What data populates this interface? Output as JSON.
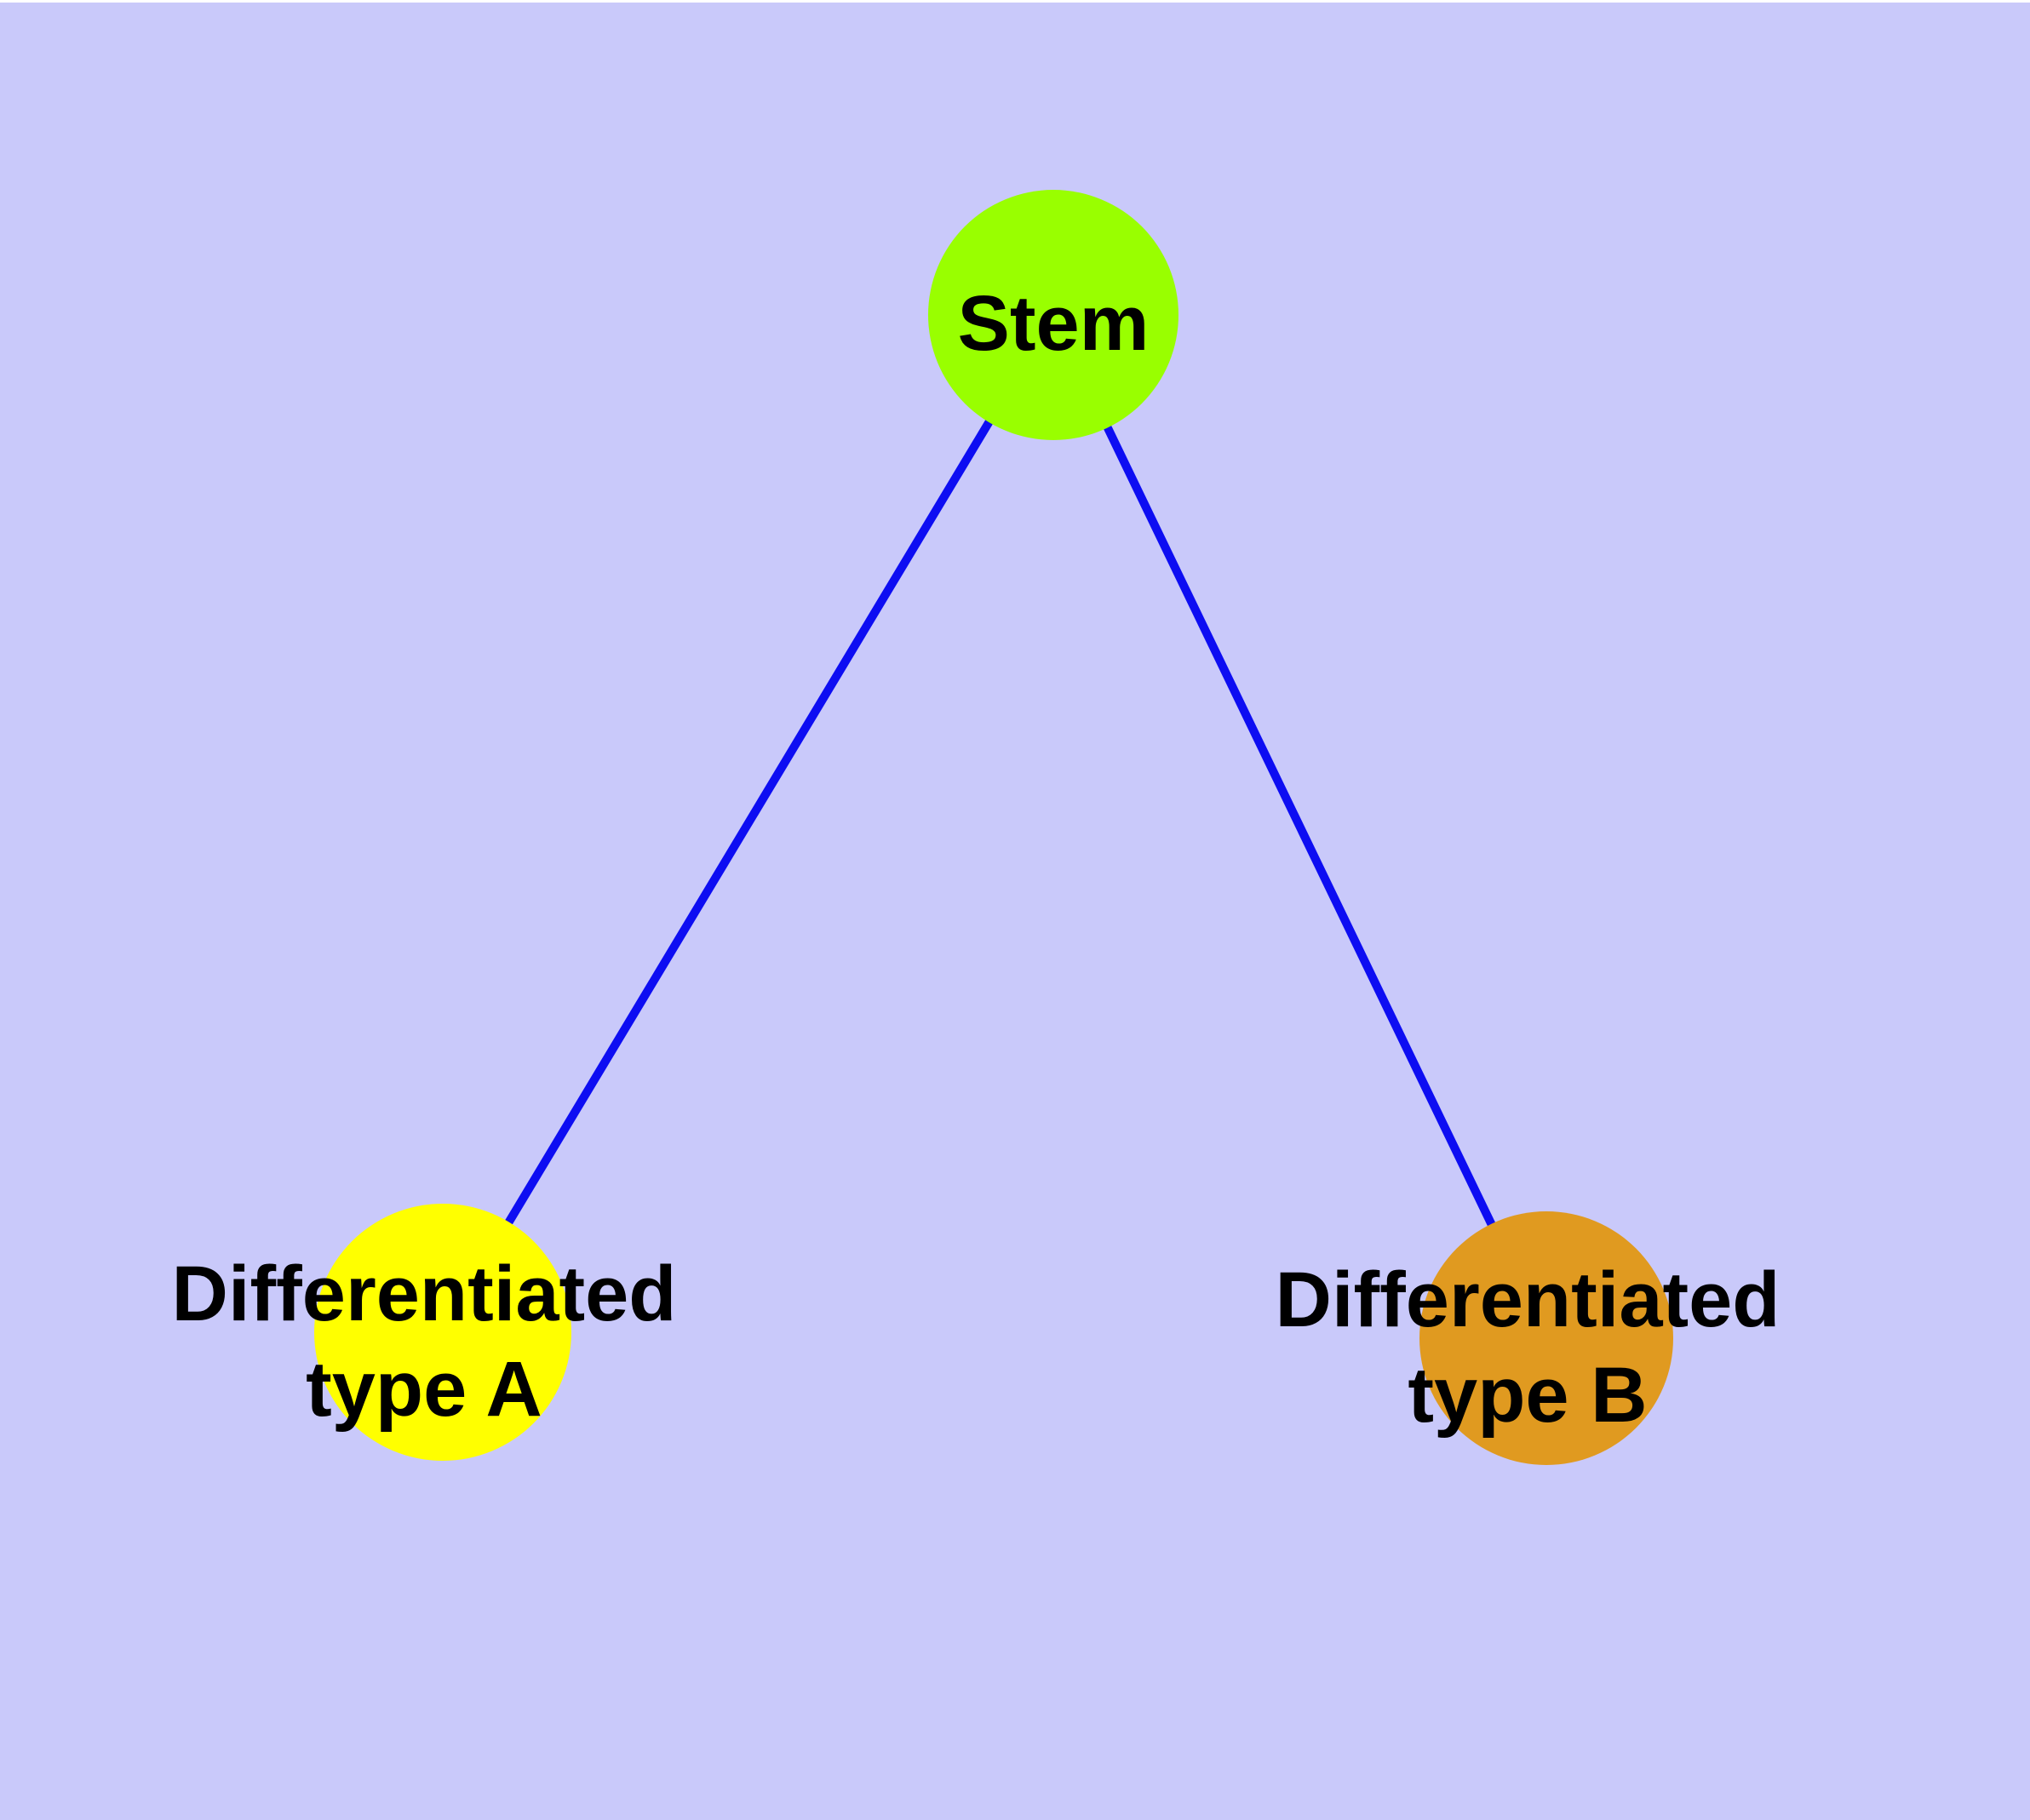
{
  "diagram": {
    "type": "graph",
    "background_color": "#c9c9fa",
    "margin_color": "#ffffff",
    "edge_color": "#0d0df2",
    "node_border_color": "#757575",
    "label_color": "#000000",
    "nodes": [
      {
        "id": "stem",
        "label": "Stem",
        "label_lines": [
          "Stem"
        ],
        "fill": "#99ff00"
      },
      {
        "id": "differentiated-type-a",
        "label": "Differentiated type A",
        "label_lines": [
          "Differentiated",
          "type A"
        ],
        "fill": "#ffff00"
      },
      {
        "id": "differentiated-type-b",
        "label": "Differentiated type B",
        "label_lines": [
          "Differentiated",
          "type B"
        ],
        "fill": "#e09a20"
      }
    ],
    "edges": [
      {
        "from": "stem",
        "to": "differentiated-type-a"
      },
      {
        "from": "stem",
        "to": "differentiated-type-b"
      }
    ]
  }
}
